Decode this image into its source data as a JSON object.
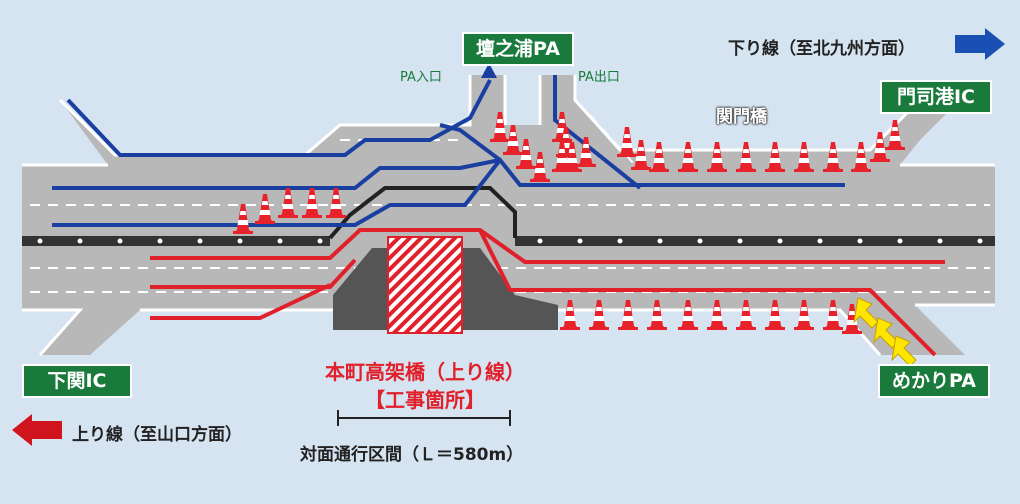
{
  "labels": {
    "pa_dannoura": "壇之浦PA",
    "pa_entrance": "PA入口",
    "pa_exit": "PA出口",
    "down_line": "下り線（至北九州方面）",
    "mojiko_ic": "門司港IC",
    "kanmon_bridge": "関門橋",
    "shimonoseki_ic": "下関IC",
    "mekari_pa": "めかりPA",
    "up_line": "上り線（至山口方面）",
    "construction_name": "本町高架橋（上り線）",
    "construction_tag": "【工事箇所】",
    "span_label": "対面通行区間（Ｌ＝580m）"
  },
  "colors": {
    "sky": "#d6e4f2",
    "road": "#b8b8b8",
    "road_edge": "#ffffff",
    "down_route": "#1a3fa0",
    "up_route": "#e0202a",
    "sign_green": "#1a7a3c",
    "arrow_blue": "#1a4fb4",
    "arrow_red": "#d0141e",
    "yellow_arrow": "#ffe600"
  },
  "icons": [
    "traffic-cone-icon",
    "blue-arrow-right-icon",
    "red-arrow-left-icon",
    "yellow-chevron-icon"
  ]
}
